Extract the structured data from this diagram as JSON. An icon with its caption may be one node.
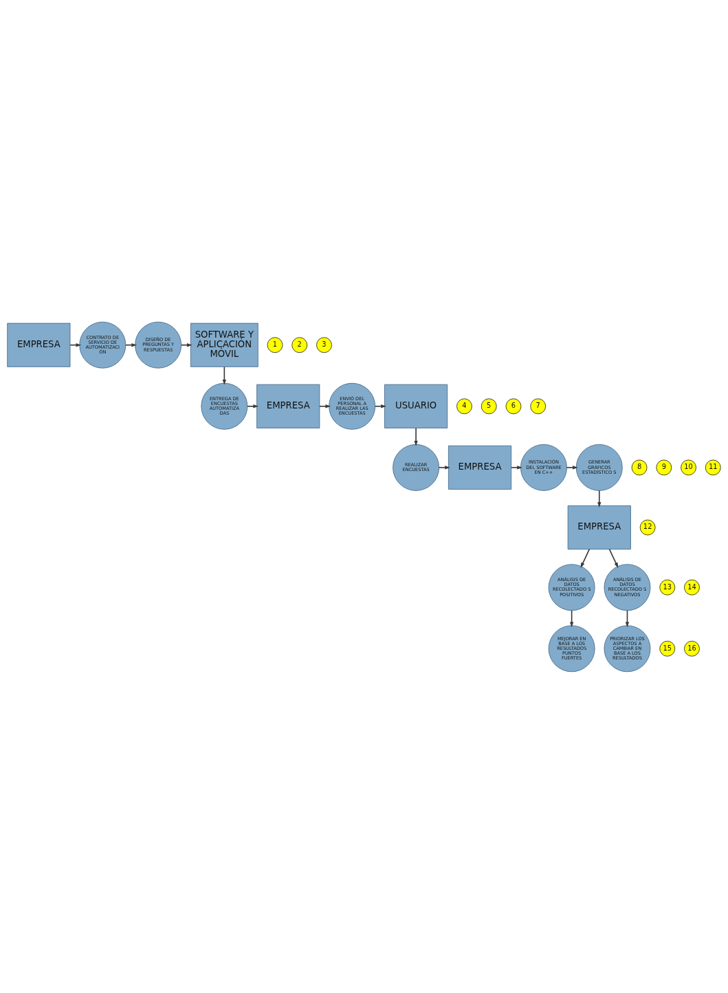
{
  "diagram": {
    "nodes": [
      {
        "text": [
          "EMPRESA"
        ]
      },
      {
        "text": [
          "CONTRATO DE SERVICIO DE AUTOMATIZACI ÓN"
        ]
      },
      {
        "text": [
          "DISEÑO DE PREGUNTAS Y RESPUESTAS"
        ]
      },
      {
        "text": [
          "SOFTWARE Y APLICACIÓN MÓVIL"
        ]
      },
      {
        "text": [
          "ENTREGA DE ENCUESTAS AUTOMATIZA DAS"
        ]
      },
      {
        "text": [
          "EMPRESA"
        ]
      },
      {
        "text": [
          "ENVIÓ DEL PERSONAL A REALIZAR LAS ENCUESTAS"
        ]
      },
      {
        "text": [
          "USUARIO"
        ]
      },
      {
        "text": [
          "REALIZAR ENCUESTAS"
        ]
      },
      {
        "text": [
          "EMPRESA"
        ]
      },
      {
        "text": [
          "INSTALACIÓN DEL SOFTWARE EN C++"
        ]
      },
      {
        "text": [
          "GENERAR GRÁFICOS ESTADÍSTICO S"
        ]
      },
      {
        "text": [
          "EMPRESA"
        ]
      },
      {
        "text": [
          "ANÁLISIS DE DATOS RECOLECTADO S POSITIVOS"
        ]
      },
      {
        "text": [
          "ANÁLISIS DE DATOS RECOLECTADO S NEGATIVOS"
        ]
      },
      {
        "text": [
          "MEJORAR EN BASE A LOS RESULTADOS PUNTOS FUERTES"
        ]
      },
      {
        "text": [
          "PRIORIZAR LOS ASPECTOS A CAMBIAR EN BASE A LOS RESULTADOS"
        ]
      },
      {
        "text": [
          "1"
        ]
      },
      {
        "text": [
          "2"
        ]
      },
      {
        "text": [
          "3"
        ]
      },
      {
        "text": [
          "4"
        ]
      },
      {
        "text": [
          "5"
        ]
      },
      {
        "text": [
          "6"
        ]
      },
      {
        "text": [
          "7"
        ]
      },
      {
        "text": [
          "8"
        ]
      },
      {
        "text": [
          "9"
        ]
      },
      {
        "text": [
          "10"
        ]
      },
      {
        "text": [
          "11"
        ]
      },
      {
        "text": [
          "12"
        ]
      },
      {
        "text": [
          "13"
        ]
      },
      {
        "text": [
          "14"
        ]
      },
      {
        "text": [
          "15"
        ]
      },
      {
        "text": [
          "16"
        ]
      }
    ],
    "edges": [
      {
        "from": 0,
        "to": 1,
        "arrow": "to"
      },
      {
        "from": 1,
        "to": 2,
        "arrow": "to"
      },
      {
        "from": 2,
        "to": 3,
        "arrow": "to"
      },
      {
        "from": 3,
        "to": 4,
        "arrow": "to"
      },
      {
        "from": 4,
        "to": 5,
        "arrow": "to"
      },
      {
        "from": 5,
        "to": 6,
        "arrow": "to"
      },
      {
        "from": 6,
        "to": 7,
        "arrow": "to"
      },
      {
        "from": 7,
        "to": 8,
        "arrow": "to"
      },
      {
        "from": 8,
        "to": 9,
        "arrow": "to"
      },
      {
        "from": 9,
        "to": 10,
        "arrow": "to"
      },
      {
        "from": 10,
        "to": 11,
        "arrow": "to"
      },
      {
        "from": 11,
        "to": 12,
        "arrow": "to"
      },
      {
        "from": 12,
        "to": 13,
        "arrow": "to"
      },
      {
        "from": 12,
        "to": 14,
        "arrow": "to"
      },
      {
        "from": 13,
        "to": 15,
        "arrow": "to"
      },
      {
        "from": 14,
        "to": 16,
        "arrow": "to"
      }
    ]
  }
}
